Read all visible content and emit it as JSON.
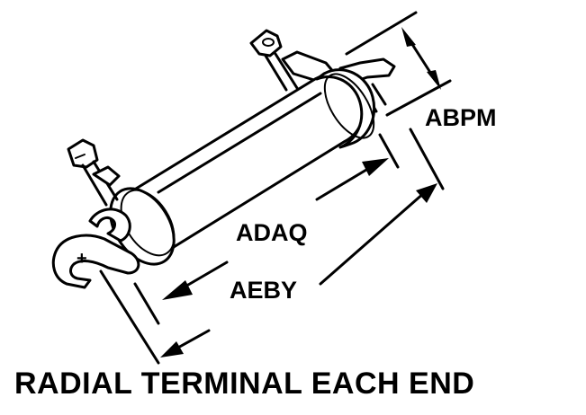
{
  "labels": {
    "abpm": "ABPM",
    "adaq": "ADAQ",
    "aeby": "AEBY",
    "plus": "+"
  },
  "caption": "RADIAL TERMINAL EACH END"
}
